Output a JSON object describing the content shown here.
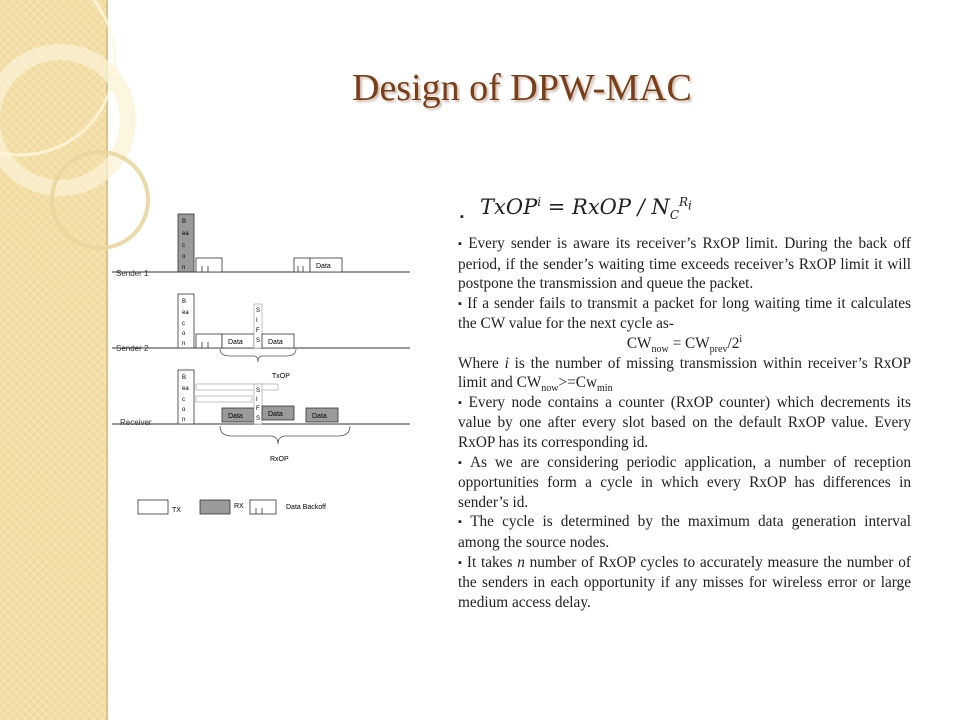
{
  "slide": {
    "title": "Design of DPW-MAC"
  },
  "formula": {
    "lhs": "TxOP",
    "lhs_sup": "i",
    "rhs": "= RxOP / N",
    "rhs_sub": "C",
    "rhs_sup": "R",
    "rhs_sup2": "i"
  },
  "paragraphs": {
    "p1": "Every sender is aware its receiver’s RxOP limit. During the back off period, if the sender’s waiting time exceeds receiver’s RxOP limit it will postpone the transmission and queue the packet.",
    "p2": "If a sender fails to transmit a packet for long waiting time it calculates the CW value for the next cycle as-",
    "cw_lhs": "CW",
    "cw_now": "now",
    "cw_eq": " = CW",
    "cw_prev": "prev",
    "cw_div": "/2",
    "cw_exp": "i",
    "p3_a": "Where ",
    "p3_i": "i",
    "p3_b": " is the number of missing transmission within receiver’s RxOP limit and CW",
    "p3_now": "now",
    "p3_c": ">=Cw",
    "p3_min": "min",
    "p4": "Every node contains a counter (RxOP counter) which decrements its value by one after every slot based on the default RxOP value. Every RxOP has its corresponding id.",
    "p5": "As we are considering periodic application, a number of reception opportunities form a cycle in which every RxOP has differences in sender’s id.",
    "p6": "The cycle is determined by the maximum data generation interval among the source nodes.",
    "p7_a": "It takes ",
    "p7_n": "n",
    "p7_b": " number of RxOP cycles to accurately measure the number of the senders in each opportunity if any misses for wireless error or large medium access delay."
  },
  "bullet_glyph": "▪",
  "diagram": {
    "sender1": "Sender 1",
    "sender2": "Sender 2",
    "receiver": "Receiver",
    "beacon": [
      "B",
      "ea",
      "c",
      "o",
      "n"
    ],
    "sifs": [
      "S",
      "I",
      "F",
      "S"
    ],
    "data": "Data",
    "txop": "TxOP",
    "rxop": "RxOP",
    "legend_tx": "TX",
    "legend_rx": "RX",
    "legend_backoff": "Data Backoff"
  }
}
